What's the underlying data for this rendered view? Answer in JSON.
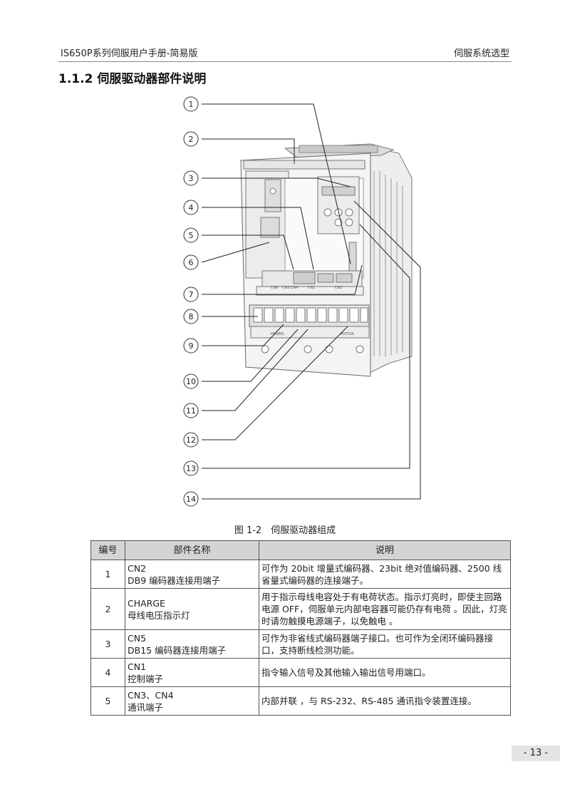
{
  "header": {
    "left": "IS650P系列伺服用户手册-简易版",
    "right": "伺服系统选型"
  },
  "section_title": "1.1.2 伺服驱动器部件说明",
  "figure": {
    "caption": "图 1-2　伺服驱动器组成",
    "callouts": [
      "1",
      "2",
      "3",
      "4",
      "5",
      "6",
      "7",
      "8",
      "9",
      "10",
      "11",
      "12",
      "13",
      "14"
    ],
    "device_labels": {
      "power": "POWER",
      "motor": "MOTOR",
      "cn5": "CN5",
      "cn3_cn4": "CN3 CN4",
      "cn1": "CN1",
      "cn2": "CN2"
    }
  },
  "table": {
    "headers": [
      "编号",
      "部件名称",
      "说明"
    ],
    "rows": [
      {
        "no": "1",
        "name1": "CN2",
        "name2": "DB9 编码器连接用端子",
        "desc": "可作为 20bit 增量式编码器、23bit 绝对值编码器、2500 线省量式编码器的连接端子。"
      },
      {
        "no": "2",
        "name1": "CHARGE",
        "name2": "母线电压指示灯",
        "desc": "用于指示母线电容处于有电荷状态。指示灯亮时，即使主回路电源 OFF，伺服单元内部电容器可能仍存有电荷 。因此，灯亮时请勿触摸电源端子，以免触电 。"
      },
      {
        "no": "3",
        "name1": "CN5",
        "name2": "DB15 编码器连接用端子",
        "desc": "可作为非省线式编码器端子接口。也可作为全闭环编码器接口，支持断线检测功能。"
      },
      {
        "no": "4",
        "name1": "CN1",
        "name2": "控制端子",
        "desc": "指令输入信号及其他输入输出信号用端口。"
      },
      {
        "no": "5",
        "name1": "CN3、CN4",
        "name2": "通讯端子",
        "desc": "内部并联 ，与 RS-232、RS-485 通讯指令装置连接。"
      }
    ]
  },
  "page_number": "- 13 -"
}
